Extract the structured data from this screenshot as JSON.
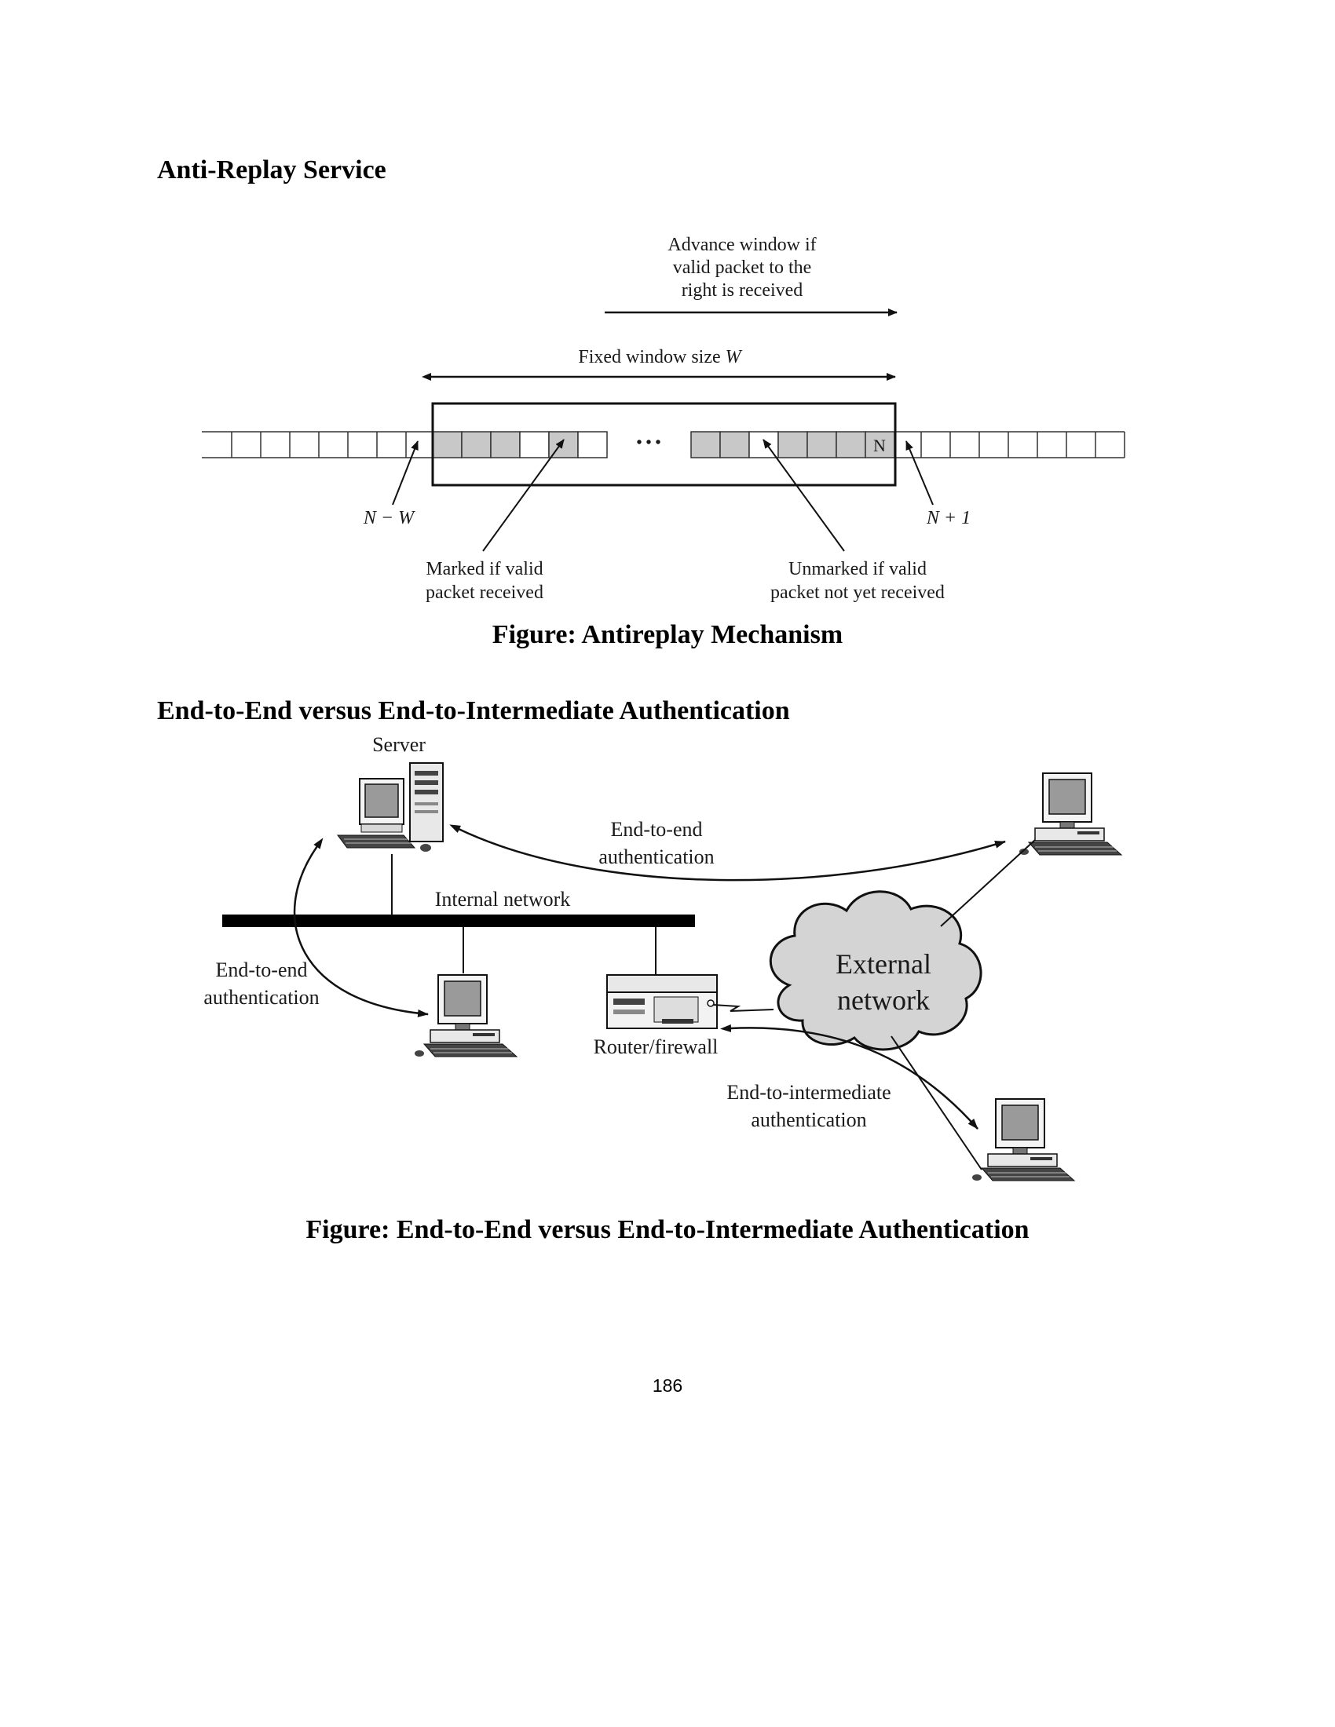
{
  "section1": {
    "heading": "Anti-Replay Service",
    "figure": {
      "advance_line1": "Advance window if",
      "advance_line2": "valid packet to the",
      "advance_line3": "right is received",
      "fixed_window_label": "Fixed window size",
      "fixed_window_var": "W",
      "ellipsis": "• • •",
      "n_cell": "N",
      "n_minus_w": "N − W",
      "n_plus_1": "N + 1",
      "marked_line1": "Marked if valid",
      "marked_line2": "packet received",
      "unmarked_line1": "Unmarked if valid",
      "unmarked_line2": "packet not yet received"
    },
    "caption": "Figure: Antireplay Mechanism"
  },
  "section2": {
    "heading": "End-to-End versus End-to-Intermediate Authentication",
    "figure": {
      "server_label": "Server",
      "e2e_top_line1": "End-to-end",
      "e2e_top_line2": "authentication",
      "internal_network": "Internal network",
      "e2e_left_line1": "End-to-end",
      "e2e_left_line2": "authentication",
      "external_line1": "External",
      "external_line2": "network",
      "router_label": "Router/firewall",
      "e2i_line1": "End-to-intermediate",
      "e2i_line2": "authentication"
    },
    "caption": "Figure: End-to-End versus End-to-Intermediate Authentication"
  },
  "footer": {
    "page_number": "186"
  },
  "colors": {
    "shaded_cell": "#c8c8c8",
    "cloud_fill": "#d4d4d4",
    "monitor_screen": "#9a9a9a"
  }
}
